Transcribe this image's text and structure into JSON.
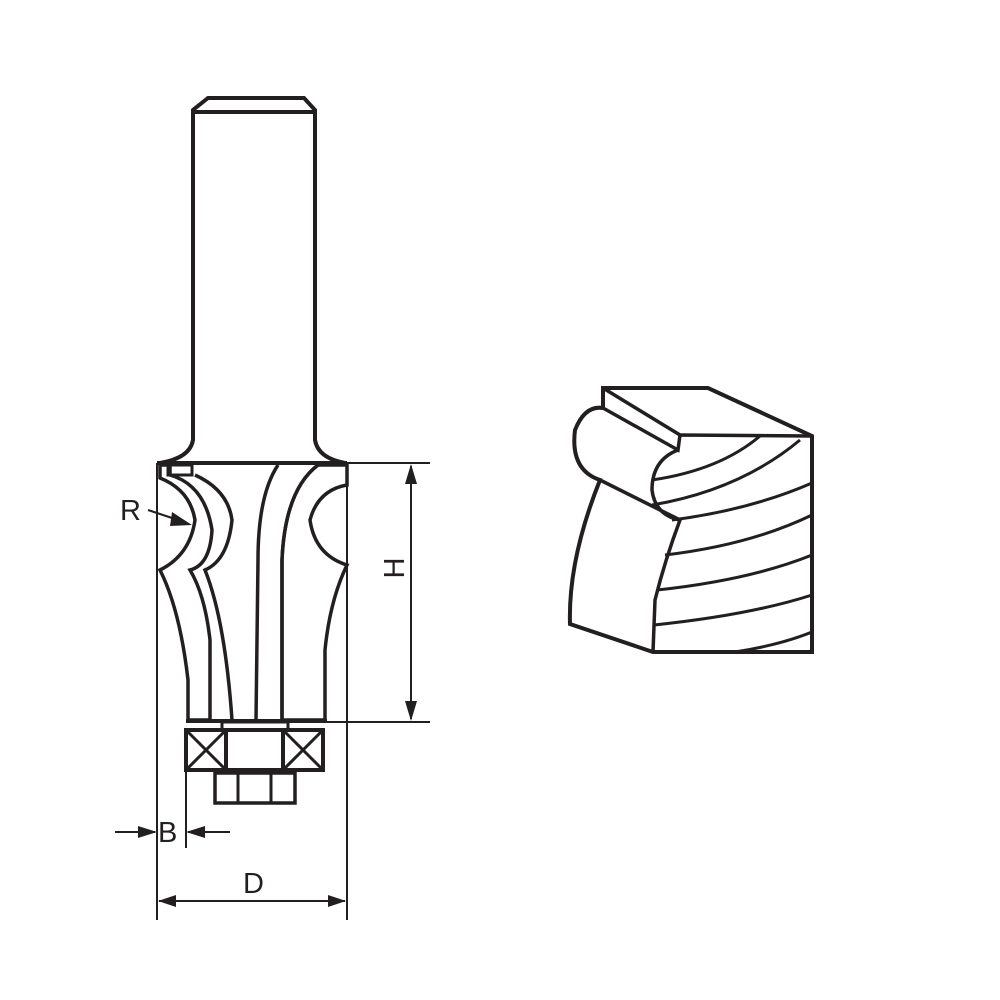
{
  "diagram": {
    "subject": "router bit with bearing and resulting wood profile",
    "colors": {
      "line": "#231f20",
      "fill_gray": "#c8c8c9",
      "background": "#ffffff",
      "shank_dark": "#5a5556",
      "shank_light": "#ffffff"
    },
    "labels": {
      "radius": "R",
      "height": "H",
      "bearing_offset": "B",
      "diameter": "D"
    },
    "parts": {
      "shank": "cylindrical shank",
      "cutter": "fluted cutter body",
      "bearing": "ball bearing guide",
      "profile": "resulting wood moulding profile"
    }
  }
}
